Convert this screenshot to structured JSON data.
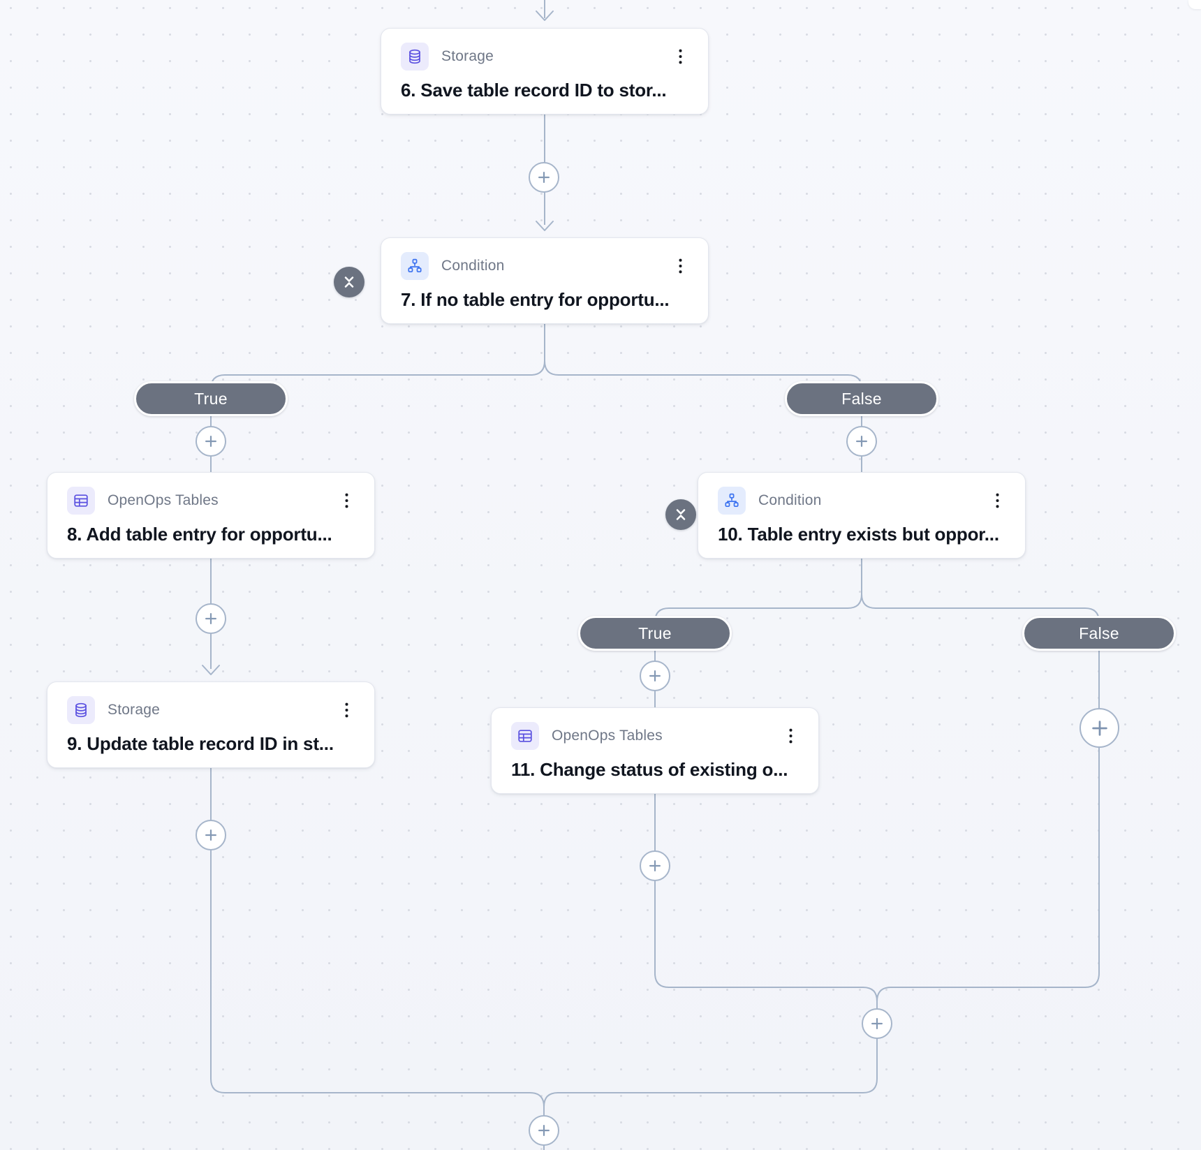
{
  "colors": {
    "background": "#f4f6fa",
    "grid_dot": "#d8dbe3",
    "connector": "#a6b5ca",
    "card_background": "#ffffff",
    "card_border": "#e3e6ee",
    "app_label_text": "#6f7787",
    "title_text": "#10151f",
    "pill_background": "#6b7280",
    "pill_text": "#ffffff",
    "purple_icon": "#5a50e0",
    "purple_icon_bg": "#ecebfc",
    "blue_icon": "#3b72f0",
    "blue_icon_bg": "#e4ecfd"
  },
  "steps": [
    {
      "app": "Storage",
      "title": "6. Save table record ID to stor...",
      "icon": "database-icon"
    },
    {
      "app": "Condition",
      "title": "7. If no table entry for opportu...",
      "icon": "branch-icon",
      "collapse_button": true
    },
    {
      "app": "OpenOps Tables",
      "title": "8. Add table entry for opportu...",
      "icon": "table-icon"
    },
    {
      "app": "Storage",
      "title": "9. Update table record ID in st...",
      "icon": "database-icon"
    },
    {
      "app": "Condition",
      "title": "10. Table entry exists but oppor...",
      "icon": "branch-icon",
      "collapse_button": true
    },
    {
      "app": "OpenOps Tables",
      "title": "11. Change status of existing o...",
      "icon": "table-icon"
    }
  ],
  "branches": {
    "condition7": {
      "true_label": "True",
      "false_label": "False"
    },
    "condition10": {
      "true_label": "True",
      "false_label": "False"
    }
  },
  "icons": {
    "step_menu": "kebab-vertical-icon",
    "add_step": "plus-icon",
    "collapse": "collapse-chevrons-icon"
  }
}
